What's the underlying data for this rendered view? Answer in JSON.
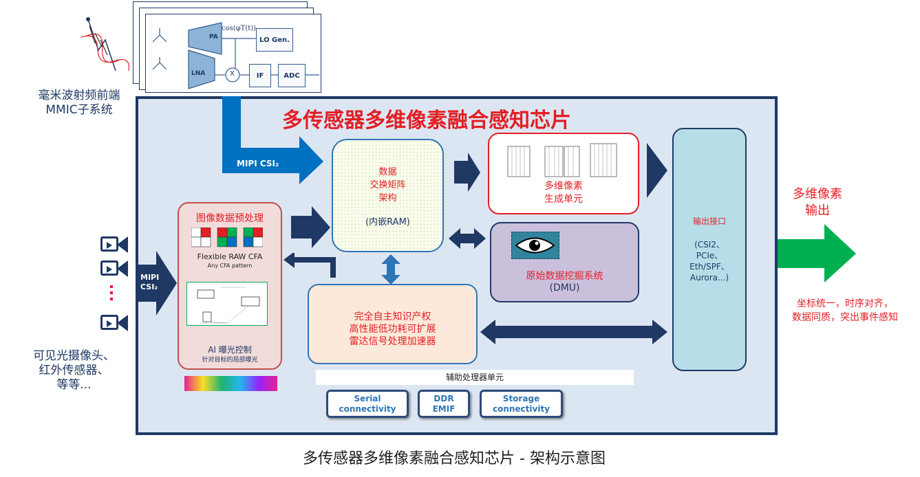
{
  "rf_frontend": {
    "label_line1": "毫米波射频前端",
    "label_line2": "MMIC子系统",
    "pa": "PA",
    "lna": "LNA",
    "mixer": "X",
    "if": "IF",
    "adc": "ADC",
    "lo": "LO Gen.",
    "cos_formula": "cos(φT(t))"
  },
  "cameras": {
    "label_line1": "可见光摄像头、",
    "label_line2": "红外传感器、",
    "label_line3": "等等..."
  },
  "chip": {
    "title": "多传感器多维像素融合感知芯片"
  },
  "mipi_top": "MIPI CSI₂",
  "mipi_left_line1": "MIPI",
  "mipi_left_line2": "CSI₂",
  "preprocess": {
    "title": "图像数据预处理",
    "cfa_line1": "Flexible RAW CFA",
    "cfa_line2": "Any CFA pattern",
    "ae_line1": "AI 曝光控制",
    "ae_line2": "针对目标的局部曝光"
  },
  "crossbar": {
    "line1": "数据",
    "line2": "交换矩阵",
    "line3": "架构",
    "line4": "(内嵌RAM)"
  },
  "pixel_gen": {
    "line1": "多维像素",
    "line2": "生成单元"
  },
  "dmu": {
    "line1": "原始数据挖掘系统",
    "line2": "(DMU)"
  },
  "radar": {
    "line1": "完全自主知识产权",
    "line2": "高性能低功耗可扩展",
    "line3": "雷达信号处理加速器"
  },
  "aux": {
    "label": "辅助处理器单元",
    "serial_line1": "Serial",
    "serial_line2": "connectivity",
    "ddr_line1": "DDR",
    "ddr_line2": "EMIF",
    "storage_line1": "Storage",
    "storage_line2": "connectivity"
  },
  "output_if": {
    "title": "输出接口",
    "line1": "(CSI2、",
    "line2": "PCIe、",
    "line3": "Eth/SPF、",
    "line4": "Aurora...)"
  },
  "output_label": {
    "line1": "多维像素",
    "line2": "输出"
  },
  "output_desc": {
    "line1": "坐标统一，时序对齐，",
    "line2": "数据同质，突出事件感知"
  },
  "caption": "多传感器多维像素融合感知芯片 - 架构示意图",
  "colors": {
    "frame": "#1f3864",
    "arrow_blue": "#0070c0",
    "arrow_navy": "#1f3864",
    "green_arrow": "#00b050",
    "red": "#e31e24"
  }
}
